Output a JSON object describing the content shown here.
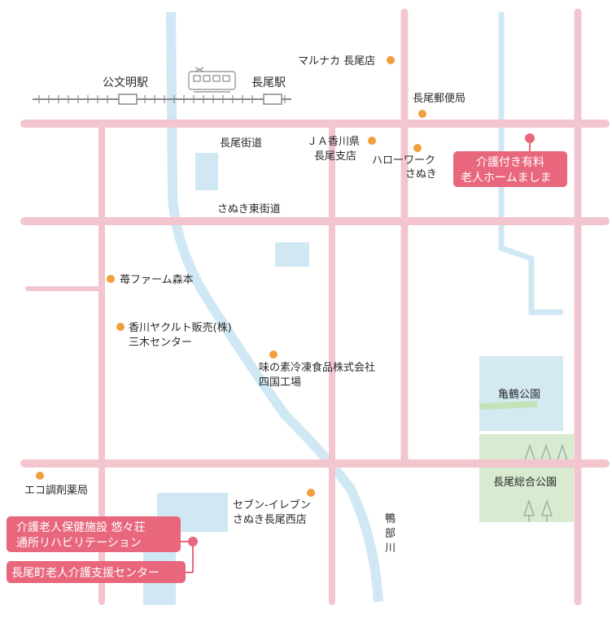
{
  "stations": [
    {
      "id": "kumon",
      "name": "公文明駅"
    },
    {
      "id": "nagao",
      "name": "長尾駅"
    }
  ],
  "roads": {
    "nagao_kaido": "長尾街道",
    "sanuki_higashi_kaido": "さぬき東街道"
  },
  "river": [
    "鴨",
    "部",
    "川"
  ],
  "parks": {
    "kamezuru": "亀鶴公園",
    "nagao_sogo": "長尾総合公園"
  },
  "pois": [
    {
      "id": "marunaka",
      "lines": [
        "マルナカ 長尾店"
      ]
    },
    {
      "id": "post",
      "lines": [
        "長尾郵便局"
      ]
    },
    {
      "id": "ja",
      "lines": [
        "ＪＡ香川県",
        "長尾支店"
      ]
    },
    {
      "id": "hellowork",
      "lines": [
        "ハローワーク",
        "さぬき"
      ]
    },
    {
      "id": "ichigo",
      "lines": [
        "苺ファーム森本"
      ]
    },
    {
      "id": "yakult",
      "lines": [
        "香川ヤクルト販売(株)",
        "三木センター"
      ]
    },
    {
      "id": "ajinomoto",
      "lines": [
        "味の素冷凍食品株式会社",
        "四国工場"
      ]
    },
    {
      "id": "eco",
      "lines": [
        "エコ調剤薬局"
      ]
    },
    {
      "id": "seven",
      "lines": [
        "セブン-イレブン",
        "さぬき長尾西店"
      ]
    }
  ],
  "callouts": {
    "home": [
      "介護付き有料",
      "老人ホームましま"
    ],
    "yuyuso": [
      "介護老人保健施設 悠々荘",
      "通所リハビリテーション"
    ],
    "support_center": [
      "長尾町老人介護支援センター"
    ]
  },
  "colors": {
    "road": "#f3c6cf",
    "water": "#cfe8f3",
    "park": "#d8ead0",
    "poi_dot": "#f0a03a",
    "callout": "#e8677d"
  }
}
